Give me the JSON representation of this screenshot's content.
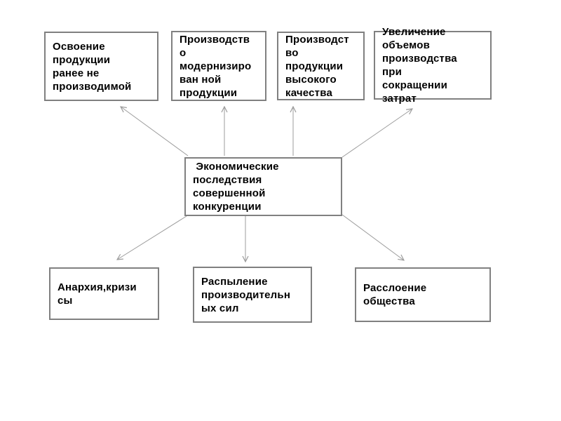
{
  "diagram": {
    "title_node": {
      "text": " Экономические\nпоследствия\nсовершенной\nконкуренции"
    },
    "top_nodes": [
      {
        "id": "new-products",
        "text": "Освоение\nпродукции\nранее не\nпроизводимой"
      },
      {
        "id": "modernized-products",
        "text": "Производств\nо\nмодернизиро\nван ной\nпродукции"
      },
      {
        "id": "high-quality",
        "text": "Производст\nво\nпродукции\nвысокого\nкачества"
      },
      {
        "id": "increased-output",
        "text": "Увеличение\nобъемов\nпроизводства\nпри\nсокращении\nзатрат"
      }
    ],
    "bottom_nodes": [
      {
        "id": "anarchy-crises",
        "text": "Анархия,кризи\nсы"
      },
      {
        "id": "dispersion-of-forces",
        "text": "Распыление\nпроизводительн\nых сил"
      },
      {
        "id": "stratification",
        "text": "Расслоение\nобщества"
      }
    ],
    "arrows": [
      {
        "from": "center",
        "to": "new-products"
      },
      {
        "from": "center",
        "to": "modernized-products"
      },
      {
        "from": "center",
        "to": "high-quality"
      },
      {
        "from": "center",
        "to": "increased-output"
      },
      {
        "from": "center",
        "to": "anarchy-crises"
      },
      {
        "from": "center",
        "to": "dispersion-of-forces"
      },
      {
        "from": "center",
        "to": "stratification"
      }
    ],
    "colors": {
      "box_border": "#808080",
      "arrow": "#9c9c9c",
      "text": "#000000",
      "background": "#ffffff"
    }
  }
}
